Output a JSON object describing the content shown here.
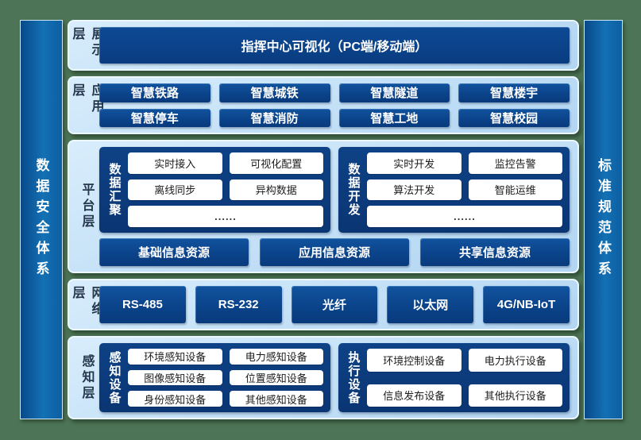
{
  "pillars": {
    "left": "数据安全体系",
    "right": "标准规范体系"
  },
  "layers": {
    "display": {
      "label": "展示层",
      "box": "指挥中心可视化（PC端/移动端）"
    },
    "application": {
      "label": "应用层",
      "items": [
        "智慧铁路",
        "智慧城铁",
        "智慧隧道",
        "智慧楼宇",
        "智慧停车",
        "智慧消防",
        "智慧工地",
        "智慧校园"
      ]
    },
    "platform": {
      "label": "平台层",
      "groups": [
        {
          "label": "数据汇聚",
          "items": [
            "实时接入",
            "可视化配置",
            "离线同步",
            "异构数据"
          ],
          "more": "......"
        },
        {
          "label": "数据开发",
          "items": [
            "实时开发",
            "监控告警",
            "算法开发",
            "智能运维"
          ],
          "more": "......"
        }
      ],
      "resources": [
        "基础信息资源",
        "应用信息资源",
        "共享信息资源"
      ]
    },
    "network": {
      "label": "网络层",
      "items": [
        "RS-485",
        "RS-232",
        "光纤",
        "以太网",
        "4G/NB-IoT"
      ]
    },
    "perception": {
      "label": "感知层",
      "groups": [
        {
          "label": "感知设备",
          "items": [
            "环境感知设备",
            "电力感知设备",
            "图像感知设备",
            "位置感知设备",
            "身份感知设备",
            "其他感知设备"
          ]
        },
        {
          "label": "执行设备",
          "items": [
            "环境控制设备",
            "电力执行设备",
            "信息发布设备",
            "其他执行设备"
          ]
        }
      ]
    }
  },
  "colors": {
    "background_green": "#4d7456",
    "pillar_blue": "#0f63a6",
    "panel_light_blue": "#c5e1f7",
    "chip_dark_blue": "#0b4389",
    "subpanel_navy": "#0c3c7d",
    "white_box": "#ffffff"
  }
}
